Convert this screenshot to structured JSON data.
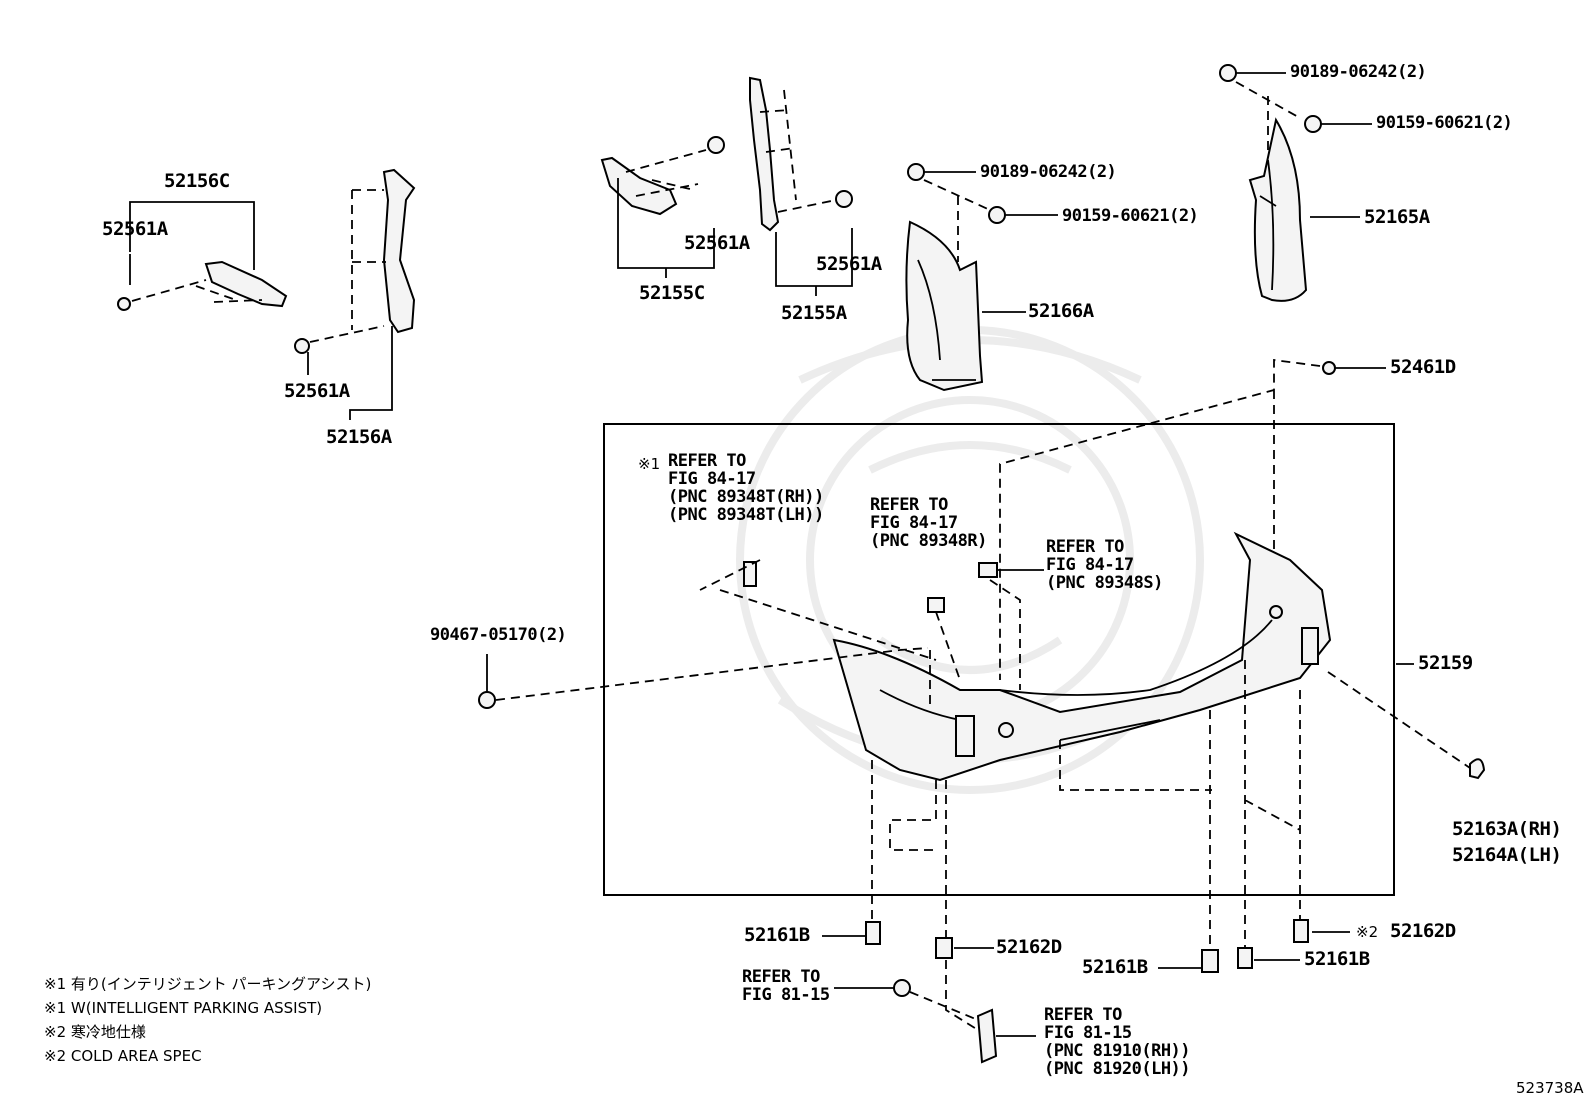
{
  "parts": {
    "p52156C": "52156C",
    "p52561A_left": "52561A",
    "p52561A_mid": "52561A",
    "p52156A": "52156A",
    "p52561A_c1": "52561A",
    "p52155C": "52155C",
    "p52561A_c2": "52561A",
    "p52155A": "52155A",
    "p90189_a": "90189-06242(2)",
    "p90159_a": "90159-60621(2)",
    "p52166A": "52166A",
    "p90189_b": "90189-06242(2)",
    "p90159_b": "90159-60621(2)",
    "p52165A": "52165A",
    "p52461D": "52461D",
    "p90467": "90467-05170(2)",
    "p52159": "52159",
    "p52163A": "52163A(RH)",
    "p52164A": "52164A(LH)",
    "p52161B_a": "52161B",
    "p52162D_a": "52162D",
    "p52161B_b": "52161B",
    "p52161B_c": "52161B",
    "p52162D_b": "52162D",
    "mark2": "※2"
  },
  "refs": {
    "ref1": {
      "mark": "※1",
      "lines": [
        "REFER TO",
        "FIG 84-17",
        "(PNC 89348T(RH))",
        "(PNC 89348T(LH))"
      ]
    },
    "ref2": {
      "lines": [
        "REFER TO",
        "FIG 84-17",
        "(PNC 89348R)"
      ]
    },
    "ref3": {
      "lines": [
        "REFER TO",
        "FIG 84-17",
        "(PNC 89348S)"
      ]
    },
    "ref4": {
      "lines": [
        "REFER TO",
        "FIG 81-15"
      ]
    },
    "ref5": {
      "lines": [
        "REFER TO",
        "FIG 81-15",
        "(PNC 81910(RH))",
        "(PNC 81920(LH))"
      ]
    }
  },
  "notes": [
    "※1 有り(インテリジェント パーキングアシスト)",
    "※1 W(INTELLIGENT PARKING ASSIST)",
    "※2 寒冷地仕様",
    "※2 COLD AREA SPEC"
  ],
  "figure_id": "523738A",
  "colors": {
    "ink": "#000000",
    "part_fill": "#f4f4f4",
    "watermark": "#ececec"
  }
}
